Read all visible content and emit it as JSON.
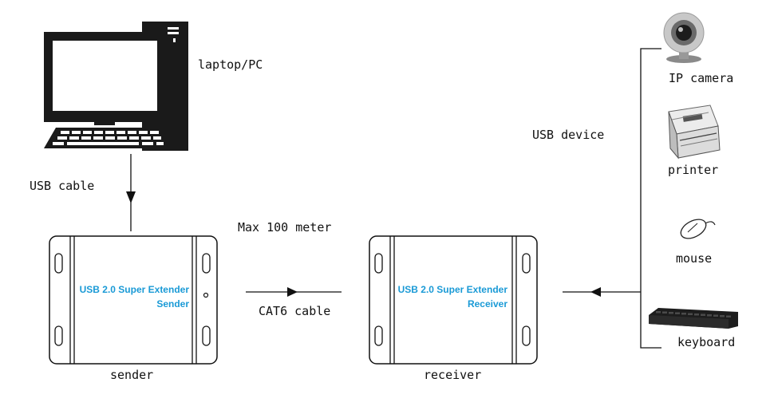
{
  "labels": {
    "laptop_pc": "laptop/PC",
    "usb_cable": "USB cable",
    "max_distance": "Max 100 meter",
    "cat6_cable": "CAT6 cable",
    "usb_device": "USB device",
    "ip_camera": "IP camera",
    "printer": "printer",
    "mouse": "mouse",
    "keyboard": "keyboard",
    "sender": "sender",
    "receiver": "receiver"
  },
  "sender_box": {
    "line1": "USB 2.0 Super Extender",
    "line2": "Sender"
  },
  "receiver_box": {
    "line1": "USB 2.0 Super Extender",
    "line2": "Receiver"
  },
  "colors": {
    "device_text": "#1a9ad6",
    "line": "#111111"
  }
}
